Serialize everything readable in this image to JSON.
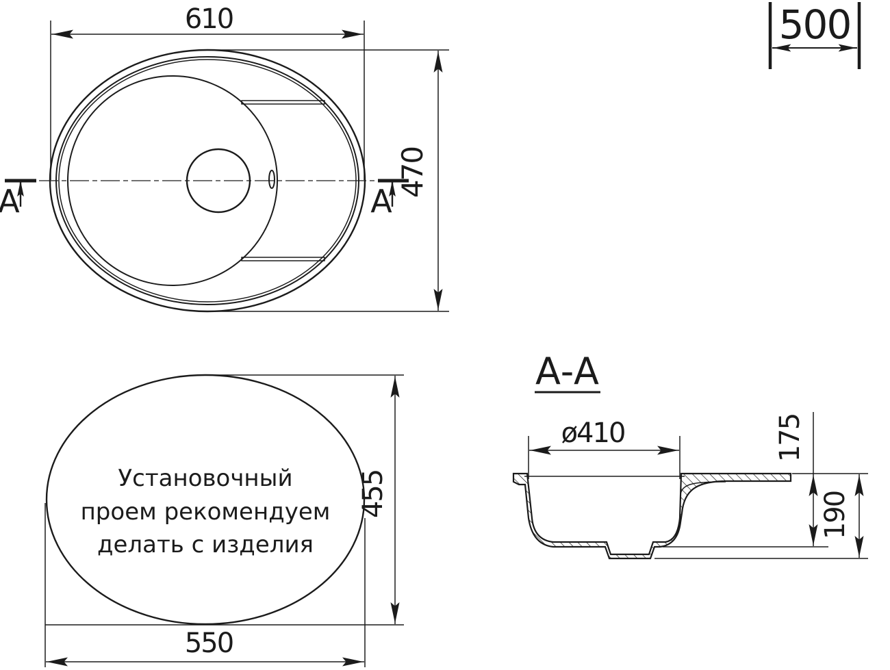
{
  "page": {
    "background": "#ffffff",
    "line_color": "#1b1b1b",
    "description": "Technical installation drawing of an oval kitchen sink with drainboard"
  },
  "top_view": {
    "overall_width": "610",
    "overall_height": "470",
    "section_marker_left": "A",
    "section_marker_right": "A"
  },
  "depth_dimension": {
    "value": "500"
  },
  "cutout_view": {
    "note_lines": [
      "Установочный",
      "проем рекомендуем",
      "делать с изделия"
    ],
    "cutout_height": "455",
    "cutout_width": "550"
  },
  "section_view": {
    "title": "A-A",
    "bowl_diameter": "ø410",
    "bowl_depth": "175",
    "overall_depth": "190"
  }
}
